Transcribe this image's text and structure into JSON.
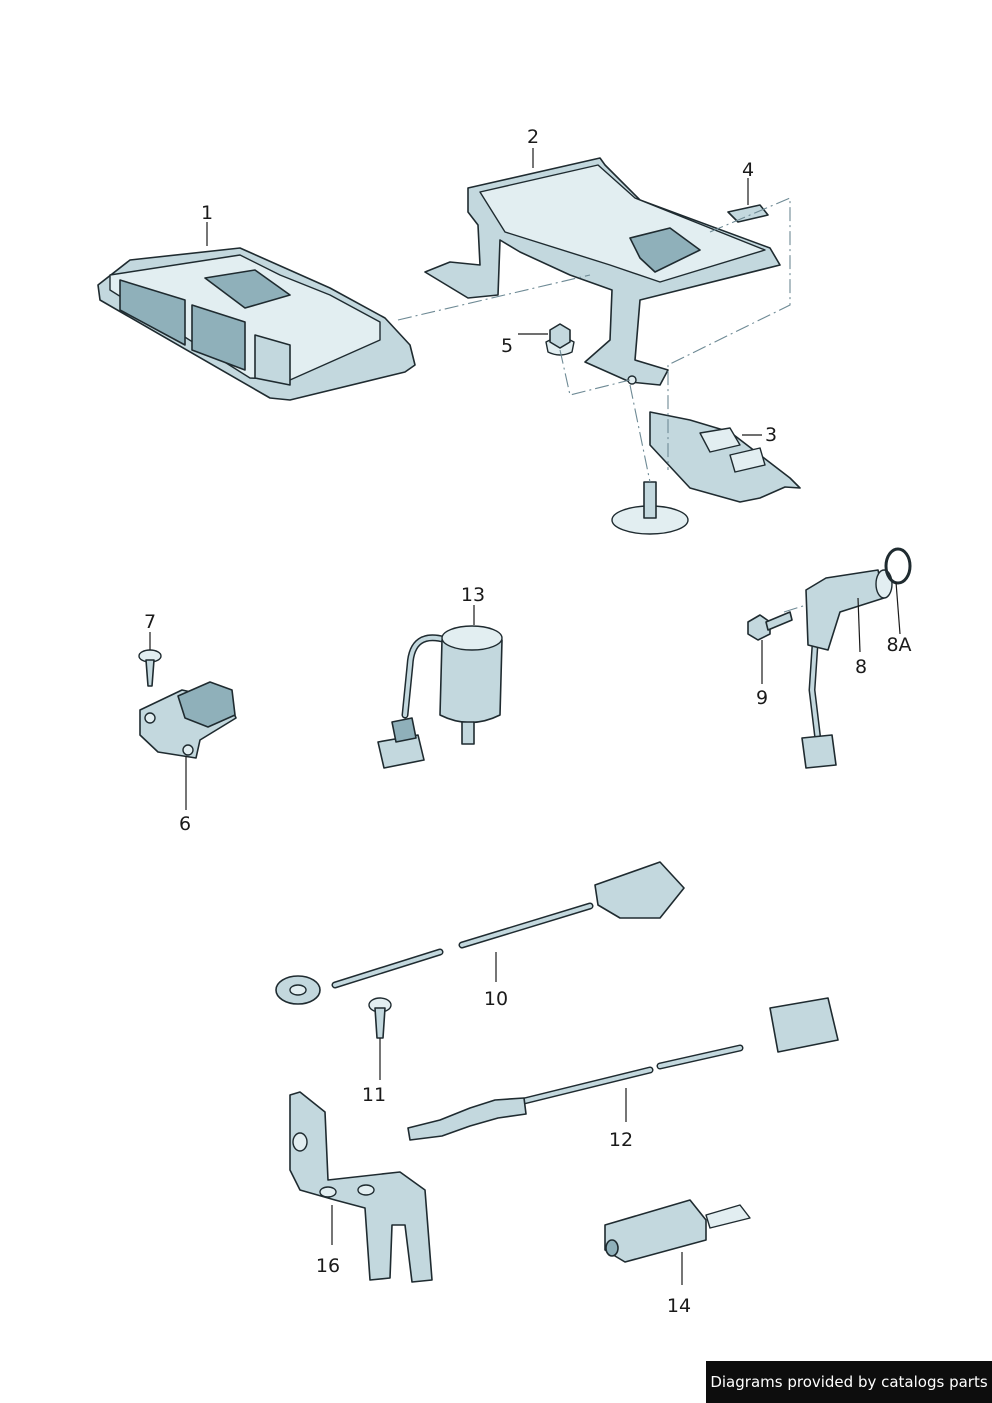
{
  "callouts": {
    "c1": "1",
    "c2": "2",
    "c3": "3",
    "c4": "4",
    "c5": "5",
    "c6": "6",
    "c7": "7",
    "c8": "8",
    "c8a": "8A",
    "c9": "9",
    "c10": "10",
    "c11": "11",
    "c12": "12",
    "c13": "13",
    "c14": "14",
    "c16": "16"
  },
  "footer": {
    "text": "Diagrams provided by catalogs parts"
  },
  "colors": {
    "part_fill": "#c3d8de",
    "outline": "#1f2b30",
    "footer_bg": "#0d0d0d"
  }
}
